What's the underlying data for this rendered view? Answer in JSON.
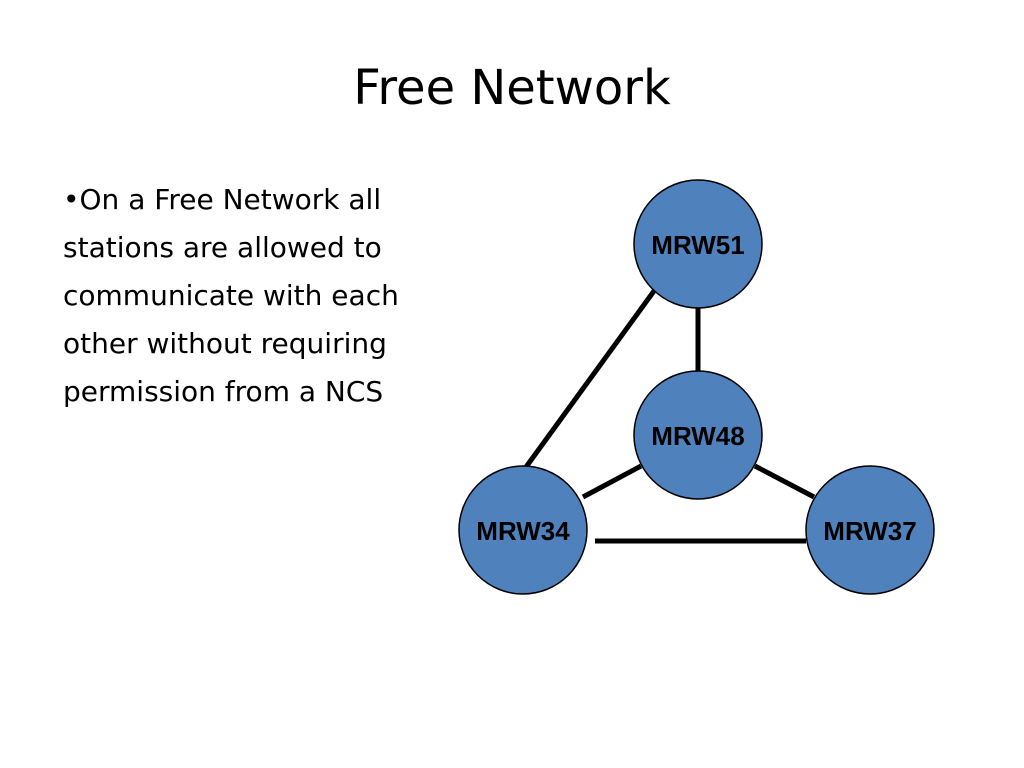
{
  "slide": {
    "title": "Free Network",
    "bullet": "•On a Free Network all stations are allowed to communicate with each other without requiring permission from a NCS"
  },
  "diagram": {
    "node_color": "#4F81BD",
    "node_stroke": "#000000",
    "edge_color": "#000000",
    "nodes": [
      {
        "id": "MRW51",
        "label": "MRW51"
      },
      {
        "id": "MRW48",
        "label": "MRW48"
      },
      {
        "id": "MRW34",
        "label": "MRW34"
      },
      {
        "id": "MRW37",
        "label": "MRW37"
      }
    ],
    "edges": [
      {
        "from": "MRW51",
        "to": "MRW48"
      },
      {
        "from": "MRW51",
        "to": "MRW34"
      },
      {
        "from": "MRW48",
        "to": "MRW34"
      },
      {
        "from": "MRW48",
        "to": "MRW37"
      },
      {
        "from": "MRW34",
        "to": "MRW37"
      }
    ]
  }
}
